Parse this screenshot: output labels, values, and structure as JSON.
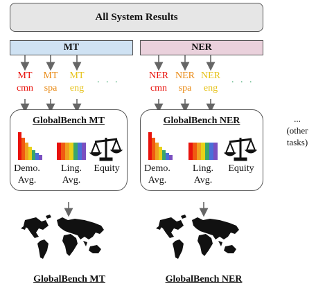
{
  "header": {
    "title": "All System Results"
  },
  "tasks": [
    {
      "name": "MT",
      "bar_color": "#cfe2f3",
      "langs": [
        {
          "name": "MT",
          "code": "cmn",
          "color": "#e8120c"
        },
        {
          "name": "MT",
          "code": "spa",
          "color": "#e98a15"
        },
        {
          "name": "MT",
          "code": "eng",
          "color": "#e6c21a"
        }
      ],
      "ellipsis": ". . .",
      "ellipsis_color": "#3aa66b",
      "panel_title": "GlobalBench MT",
      "metrics": {
        "demo": [
          "Demo.",
          "Avg."
        ],
        "ling": [
          "Ling.",
          "Avg."
        ],
        "equity": "Equity"
      },
      "footer": "GlobalBench MT"
    },
    {
      "name": "NER",
      "bar_color": "#ead1dc",
      "langs": [
        {
          "name": "NER",
          "code": "cmn",
          "color": "#e8120c"
        },
        {
          "name": "NER",
          "code": "spa",
          "color": "#e98a15"
        },
        {
          "name": "NER",
          "code": "eng",
          "color": "#e6c21a"
        }
      ],
      "ellipsis": ". . .",
      "ellipsis_color": "#3aa66b",
      "panel_title": "GlobalBench NER",
      "metrics": {
        "demo": [
          "Demo.",
          "Avg."
        ],
        "ling": [
          "Ling.",
          "Avg."
        ],
        "equity": "Equity"
      },
      "footer": "GlobalBench NER"
    }
  ],
  "other": [
    "...",
    "(other",
    "tasks)"
  ]
}
